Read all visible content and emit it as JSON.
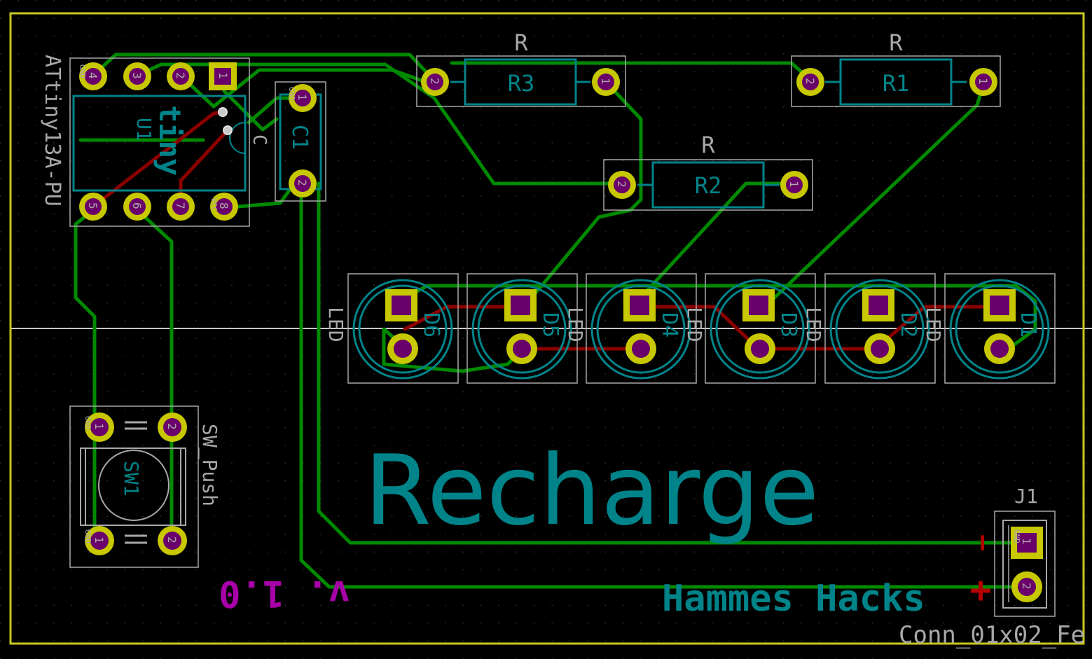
{
  "board": {
    "title_text": "Recharge",
    "brand_text": "Hammes Hacks",
    "version_text": "v. 1.0",
    "colors": {
      "background": "#000000",
      "grid_dot": "#3c3c3c",
      "edge_cuts": "#c8c81e",
      "front_copper": "#008a00",
      "back_copper": "#8c0000",
      "pad_ring": "#c8c800",
      "pad_hole": "#6a006a",
      "silkscreen_gray": "#a8a8a8",
      "silkscreen_teal": "#00848a",
      "version_purple": "#a800a8",
      "polarity_red": "#b40000"
    }
  },
  "components": {
    "u1": {
      "value": "ATtiny13A-PU",
      "reference": "U1",
      "logo": "tiny",
      "pin_labels": [
        "GND",
        "VCC"
      ]
    },
    "c1": {
      "reference": "C1",
      "value": "C"
    },
    "r1": {
      "reference": "R1",
      "value": "R"
    },
    "r2": {
      "reference": "R2",
      "value": "R"
    },
    "r3": {
      "reference": "R3",
      "value": "R"
    },
    "leds": [
      {
        "reference": "D6",
        "value": "LED"
      },
      {
        "reference": "D5",
        "value": "LED"
      },
      {
        "reference": "D4",
        "value": "LED"
      },
      {
        "reference": "D3",
        "value": "LED"
      },
      {
        "reference": "D2",
        "value": "LED"
      },
      {
        "reference": "D1",
        "value": "LED"
      }
    ],
    "sw1": {
      "reference": "SW1",
      "value": "SW_Push",
      "pin_label": "GND"
    },
    "j1": {
      "reference": "J1",
      "value": "Conn_01x02_Fe",
      "pin_label": "GND",
      "minus": "−",
      "plus": "+"
    }
  },
  "pad_numbers": {
    "one": "1",
    "two": "2",
    "three": "3",
    "four": "4",
    "five": "5",
    "six": "6",
    "seven": "7",
    "eight": "8"
  }
}
